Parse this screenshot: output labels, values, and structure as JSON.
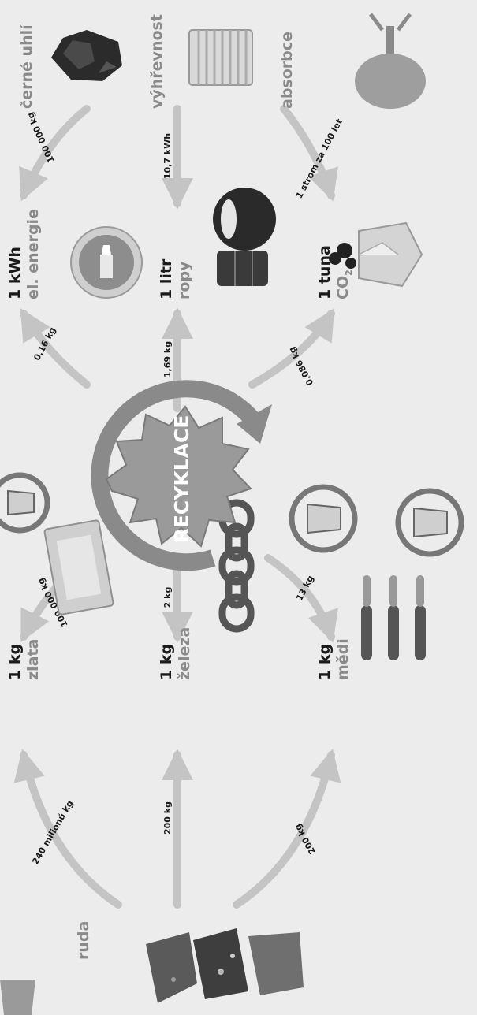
{
  "center": {
    "label": "RECYKLACE"
  },
  "targets": {
    "energy": {
      "amount": "1 kWh",
      "name": "el. energie"
    },
    "oil": {
      "amount": "1 litr",
      "name": "ropy"
    },
    "co2": {
      "amount": "1 tuna",
      "name": "CO",
      "subscript": "2"
    },
    "gold": {
      "amount": "1 kg",
      "name": "zlata"
    },
    "iron": {
      "amount": "1 kg",
      "name": "železa"
    },
    "copper": {
      "amount": "1 kg",
      "name": "mědi"
    }
  },
  "sources": {
    "coal": "černé uhlí",
    "heat": "výhřevnost",
    "absorption": "absorbce",
    "ore": "ruda"
  },
  "flows": {
    "coal_to_energy": "100 000 kg",
    "heat_to_oil": "10,7 kWh",
    "tree_to_co2": "1 strom za 100 let",
    "recycle_to_energy": "0,16 kg",
    "recycle_to_oil": "1,69 kg",
    "recycle_to_co2": "0,086 kg",
    "recycle_to_gold": "100 000 kg",
    "recycle_to_iron": "2 kg",
    "recycle_to_copper": "13 kg",
    "ore_to_gold": "240 milionů kg",
    "ore_to_iron": "200 kg",
    "ore_to_copper": "200 kg"
  },
  "icons": [
    "coal-icon",
    "radiator-icon",
    "tree-icon",
    "lightbulb-icon",
    "oil-barrel-icon",
    "factory-smoke-icon",
    "gold-bar-icon",
    "chain-icon",
    "copper-wire-icon",
    "ore-rocks-icon",
    "recycle-symbol-icon",
    "paper-bin-icon",
    "glass-bin-icon",
    "metal-bin-icon"
  ],
  "colors": {
    "background": "#ececec",
    "arrow": "#c4c4c4",
    "text_dark": "#1a1a1a",
    "text_gray": "#8a8a8a",
    "gear": "#8f8f8f"
  }
}
